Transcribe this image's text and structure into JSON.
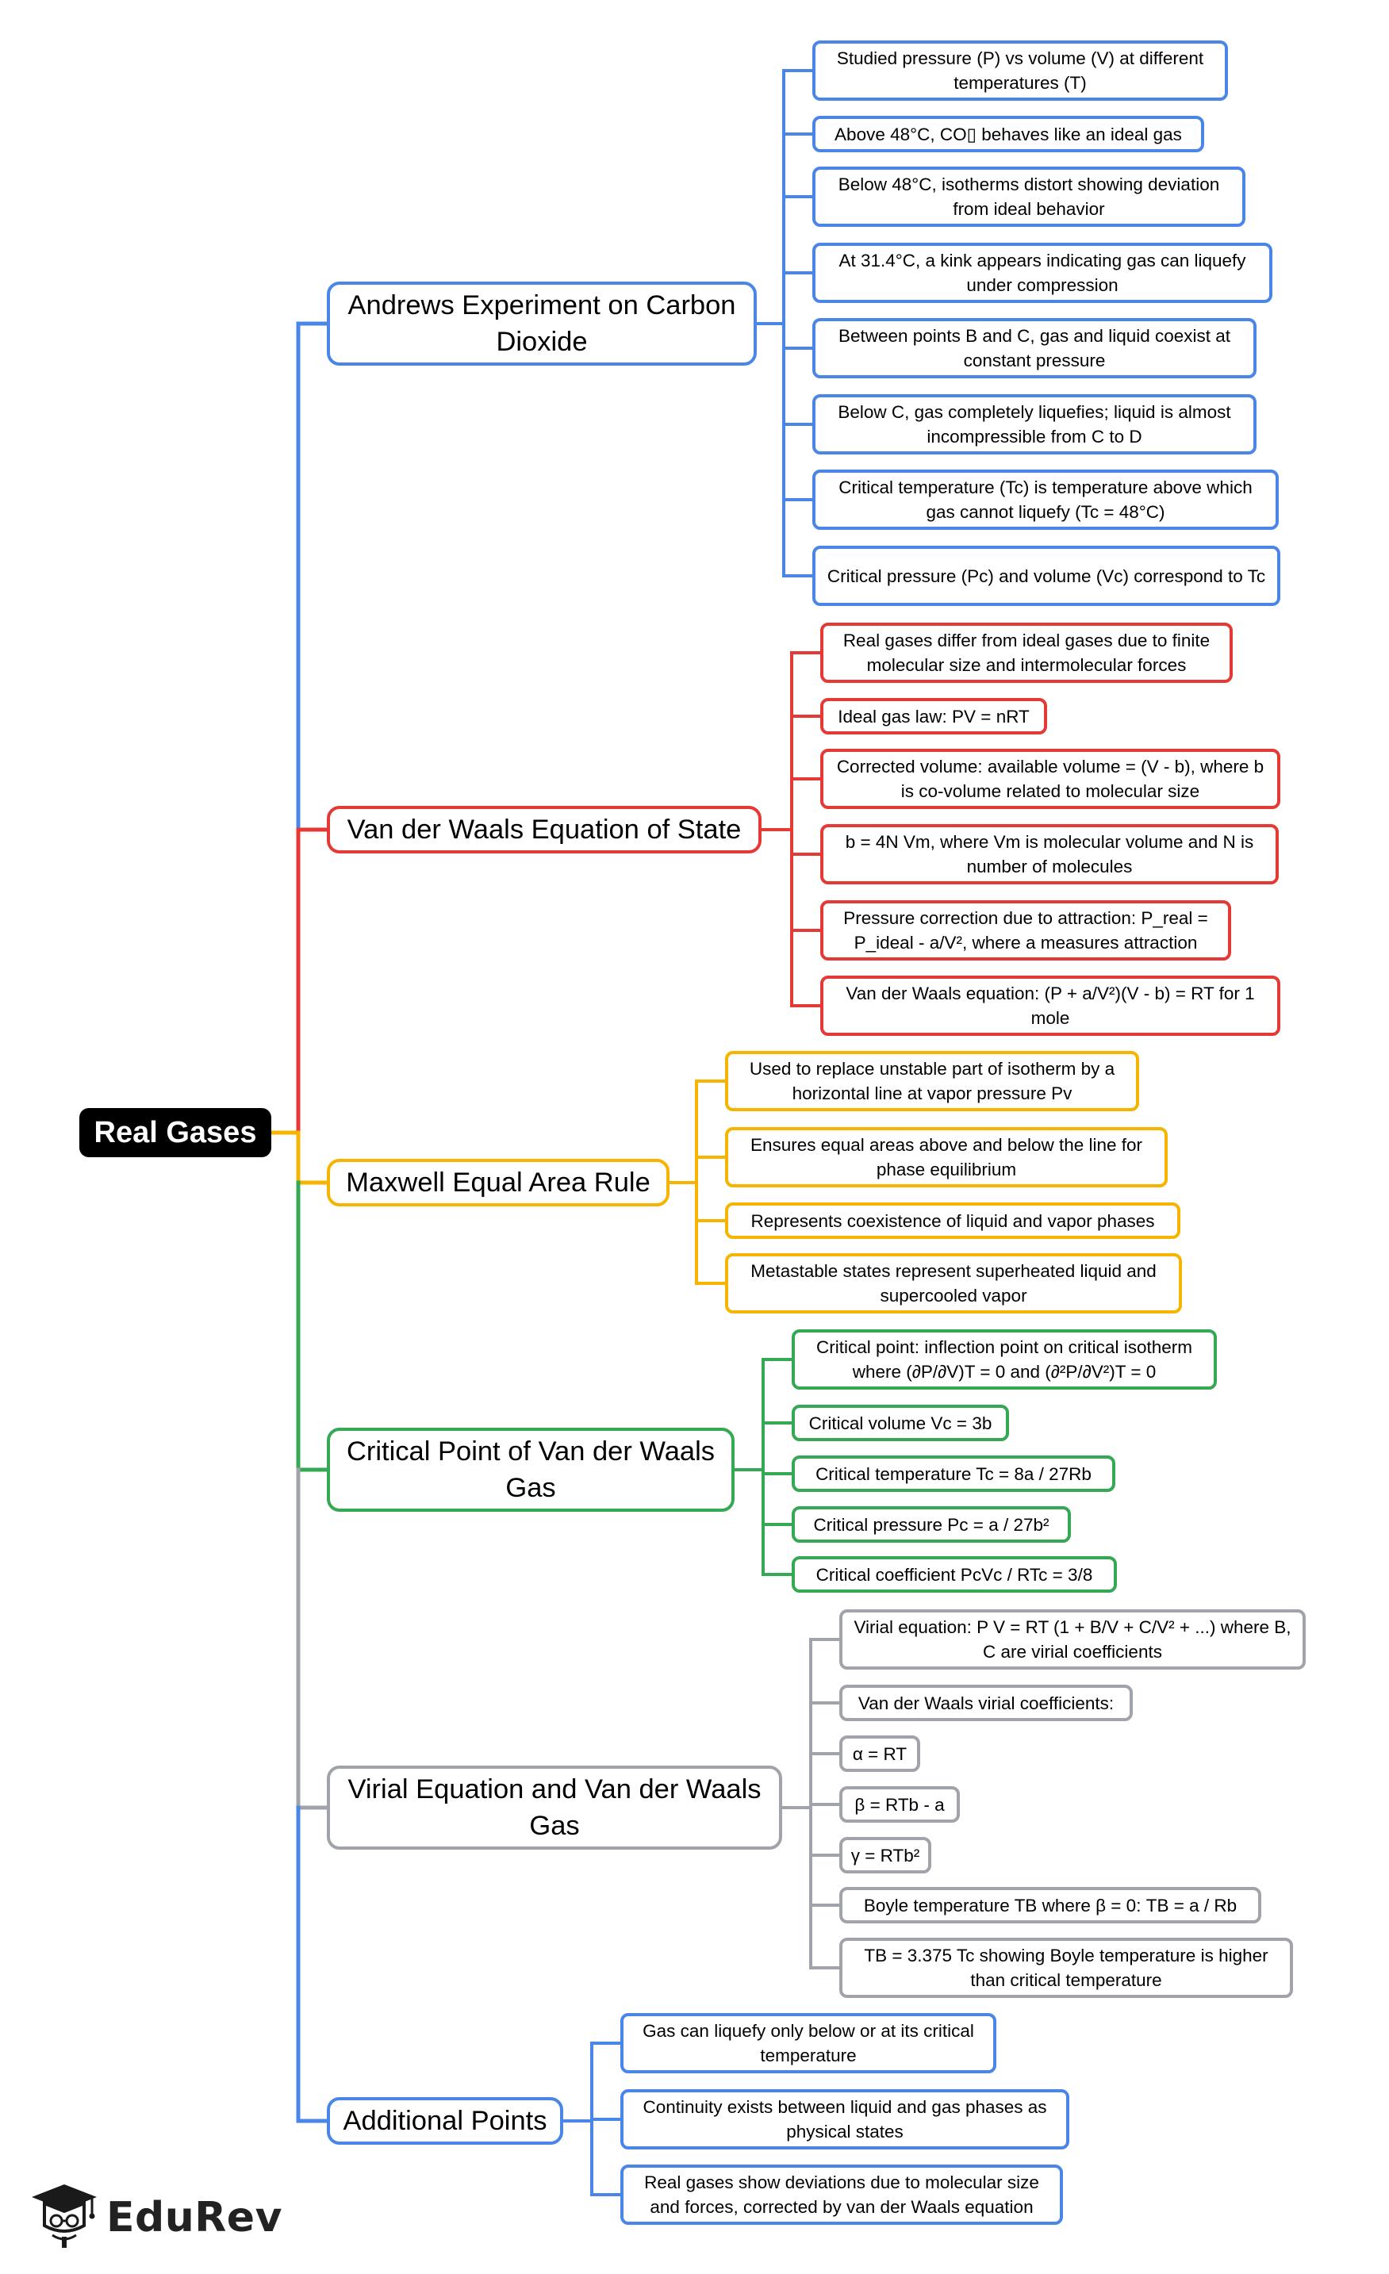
{
  "root": {
    "label": "Real Gases"
  },
  "colors": {
    "andrews": "#4a86e8",
    "vdw": "#e53935",
    "maxwell": "#f6b400",
    "critical": "#34a853",
    "virial": "#a0a4aa",
    "additional": "#4a86e8",
    "root_bg": "#000000"
  },
  "branches": [
    {
      "id": "andrews",
      "label": "Andrews Experiment on Carbon Dioxide",
      "items": [
        "Studied pressure (P) vs volume (V) at different temperatures (T)",
        "Above 48°C, CO▯ behaves like an ideal gas",
        "Below 48°C, isotherms distort showing deviation from ideal behavior",
        "At 31.4°C, a kink appears indicating gas can liquefy under compression",
        "Between points B and C, gas and liquid coexist at constant pressure",
        "Below C, gas completely liquefies; liquid is almost incompressible from C to D",
        "Critical temperature (Tc) is temperature above which gas cannot liquefy (Tc = 48°C)",
        "Critical pressure (Pc) and volume (Vc) correspond to Tc"
      ]
    },
    {
      "id": "vdw",
      "label": "Van der Waals Equation of State",
      "items": [
        "Real gases differ from ideal gases due to finite molecular size and intermolecular forces",
        "Ideal gas law: PV = nRT",
        "Corrected volume: available volume = (V - b), where b is co-volume related to molecular size",
        "b = 4N Vm, where Vm is molecular volume and N is number of molecules",
        "Pressure correction due to attraction: P_real = P_ideal - a/V², where a measures attraction",
        "Van der Waals equation: (P + a/V²)(V - b) = RT for 1 mole"
      ]
    },
    {
      "id": "maxwell",
      "label": "Maxwell Equal Area Rule",
      "items": [
        "Used to replace unstable part of isotherm by a horizontal line at vapor pressure Pv",
        "Ensures equal areas above and below the line for phase equilibrium",
        "Represents coexistence of liquid and vapor phases",
        "Metastable states represent superheated liquid and supercooled vapor"
      ]
    },
    {
      "id": "critical",
      "label": "Critical Point of Van der Waals Gas",
      "items": [
        "Critical point: inflection point on critical isotherm where (∂P/∂V)T = 0 and (∂²P/∂V²)T = 0",
        "Critical volume Vc = 3b",
        "Critical temperature Tc = 8a / 27Rb",
        "Critical pressure Pc = a / 27b²",
        "Critical coefficient PcVc / RTc = 3/8"
      ]
    },
    {
      "id": "virial",
      "label": "Virial Equation and Van der Waals Gas",
      "items": [
        "Virial equation: P V = RT (1 + B/V + C/V² + ...) where B, C are virial coefficients",
        "Van der Waals virial coefficients:",
        "α = RT",
        "β = RTb - a",
        "γ = RTb²",
        "Boyle temperature TB where β = 0: TB = a / Rb",
        "TB = 3.375 Tc showing Boyle temperature is higher than critical temperature"
      ]
    },
    {
      "id": "additional",
      "label": "Additional Points",
      "items": [
        "Gas can liquefy only below or at its critical temperature",
        "Continuity exists between liquid and gas phases as physical states",
        "Real gases show deviations due to molecular size and forces, corrected by van der Waals equation"
      ]
    }
  ],
  "logo": {
    "text": "EduRev",
    "icon": "graduation-cap-icon"
  }
}
